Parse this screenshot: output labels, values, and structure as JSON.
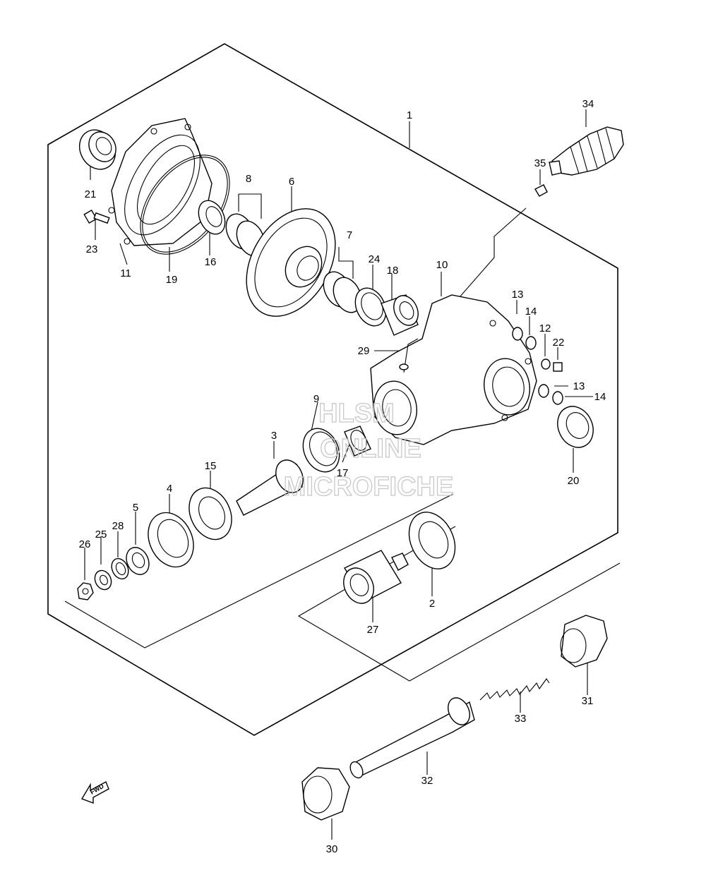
{
  "labels": {
    "p1": "1",
    "p2": "2",
    "p3": "3",
    "p4": "4",
    "p5": "5",
    "p6": "6",
    "p7": "7",
    "p8": "8",
    "p9": "9",
    "p10": "10",
    "p11": "11",
    "p12": "12",
    "p13a": "13",
    "p13b": "13",
    "p14a": "14",
    "p14b": "14",
    "p15": "15",
    "p16": "16",
    "p17": "17",
    "p18": "18",
    "p19": "19",
    "p20": "20",
    "p21": "21",
    "p22": "22",
    "p23": "23",
    "p24": "24",
    "p25": "25",
    "p26": "26",
    "p27": "27",
    "p28": "28",
    "p29": "29",
    "p30": "30",
    "p31": "31",
    "p32": "32",
    "p33": "33",
    "p34": "34",
    "p35": "35"
  },
  "watermark": {
    "line1": "HLSM",
    "line2": "ONLINE",
    "line3": "MICROFICHE"
  },
  "fwd_arrow": {
    "text": "FWD"
  }
}
